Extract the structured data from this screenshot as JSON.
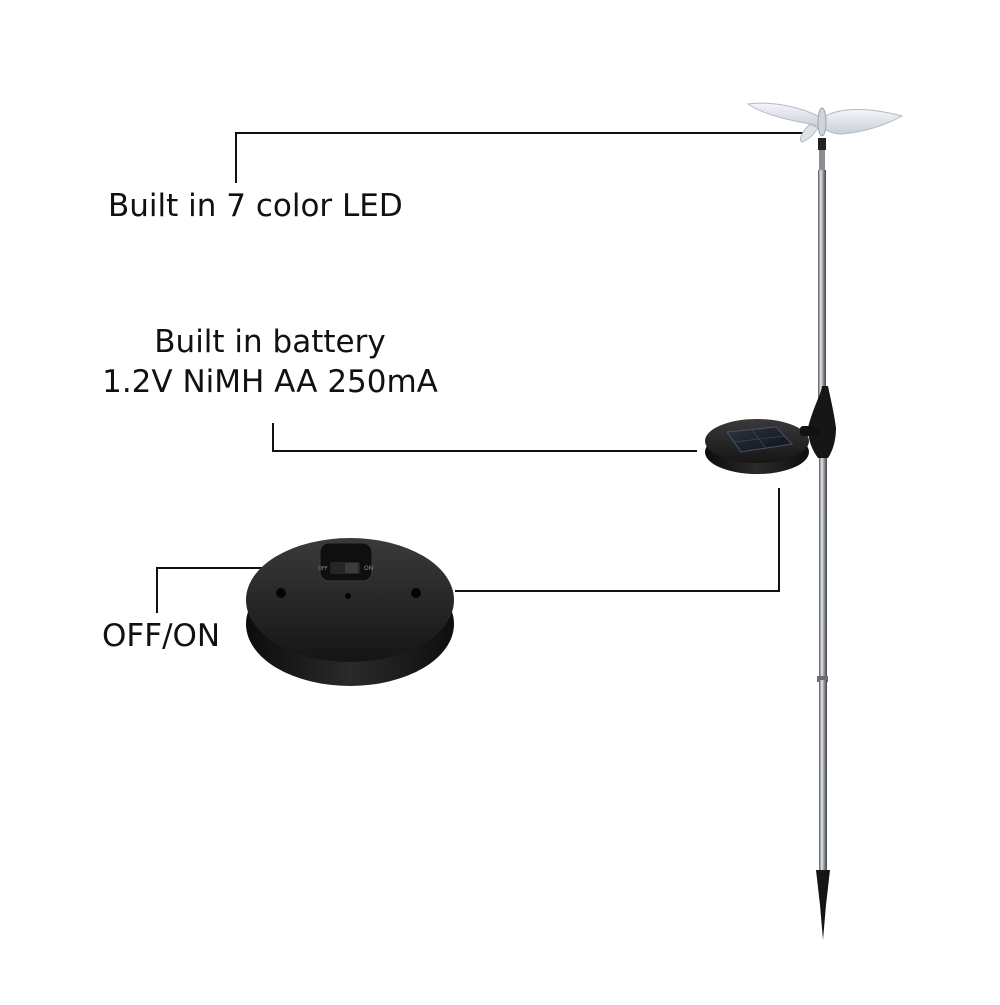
{
  "callouts": {
    "led": "Built in 7 color LED",
    "battery_line1": "Built in battery",
    "battery_line2": "1.2V NiMH AA 250mA",
    "switch": "OFF/ON"
  },
  "switch_marks": {
    "off": "OFF",
    "on": "ON"
  },
  "colors": {
    "background": "#ffffff",
    "leader_line": "#111111",
    "housing": "#1c1c1c",
    "stake": "#a9acaf"
  }
}
